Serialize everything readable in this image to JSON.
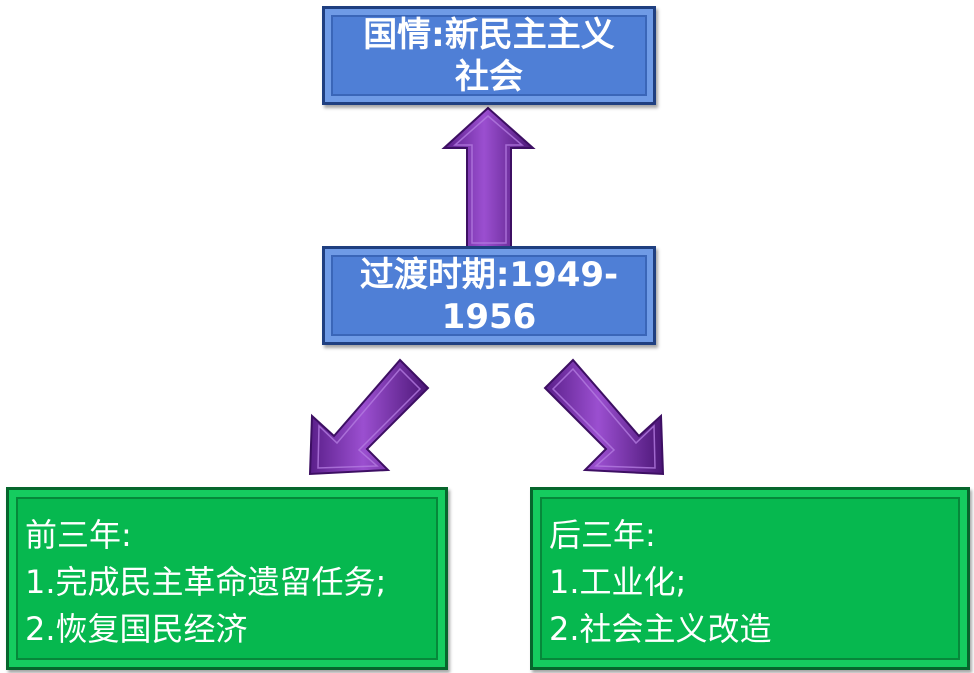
{
  "top_box": {
    "line1": "国情:新民主主义",
    "line2": "社会"
  },
  "middle_box": {
    "line1": "过渡时期:1949-",
    "line2": "1956"
  },
  "left_box": {
    "line1": "前三年:",
    "line2": "1.完成民主革命遗留任务;",
    "line3": "2.恢复国民经济"
  },
  "right_box": {
    "line1": "后三年:",
    "line2": "1.工业化;",
    "line3": "2.社会主义改造"
  },
  "colors": {
    "blue_box": "#4f7fd6",
    "green_box": "#06b84f",
    "arrow": "#7a2fb0"
  }
}
